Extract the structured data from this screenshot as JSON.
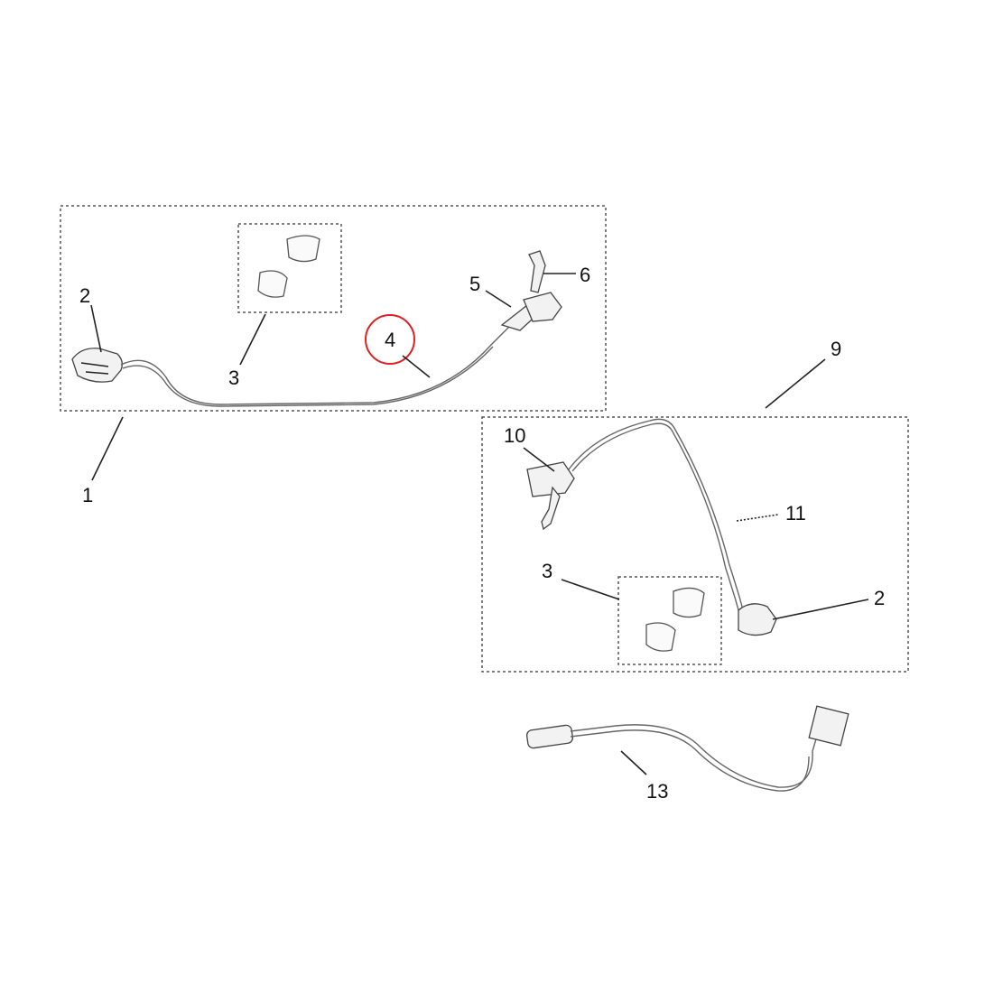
{
  "diagram": {
    "labels": {
      "front_kit": "1",
      "front_caliper": "2",
      "front_pads": "3",
      "front_hose": "4",
      "front_lever_body": "5",
      "front_lever_blade": "6",
      "rear_kit": "9",
      "rear_lever": "10",
      "rear_hose": "11",
      "rear_pads": "3",
      "rear_caliper": "2",
      "sensor_cable": "13"
    },
    "highlight": {
      "label": "4",
      "color": "#e02020"
    }
  }
}
